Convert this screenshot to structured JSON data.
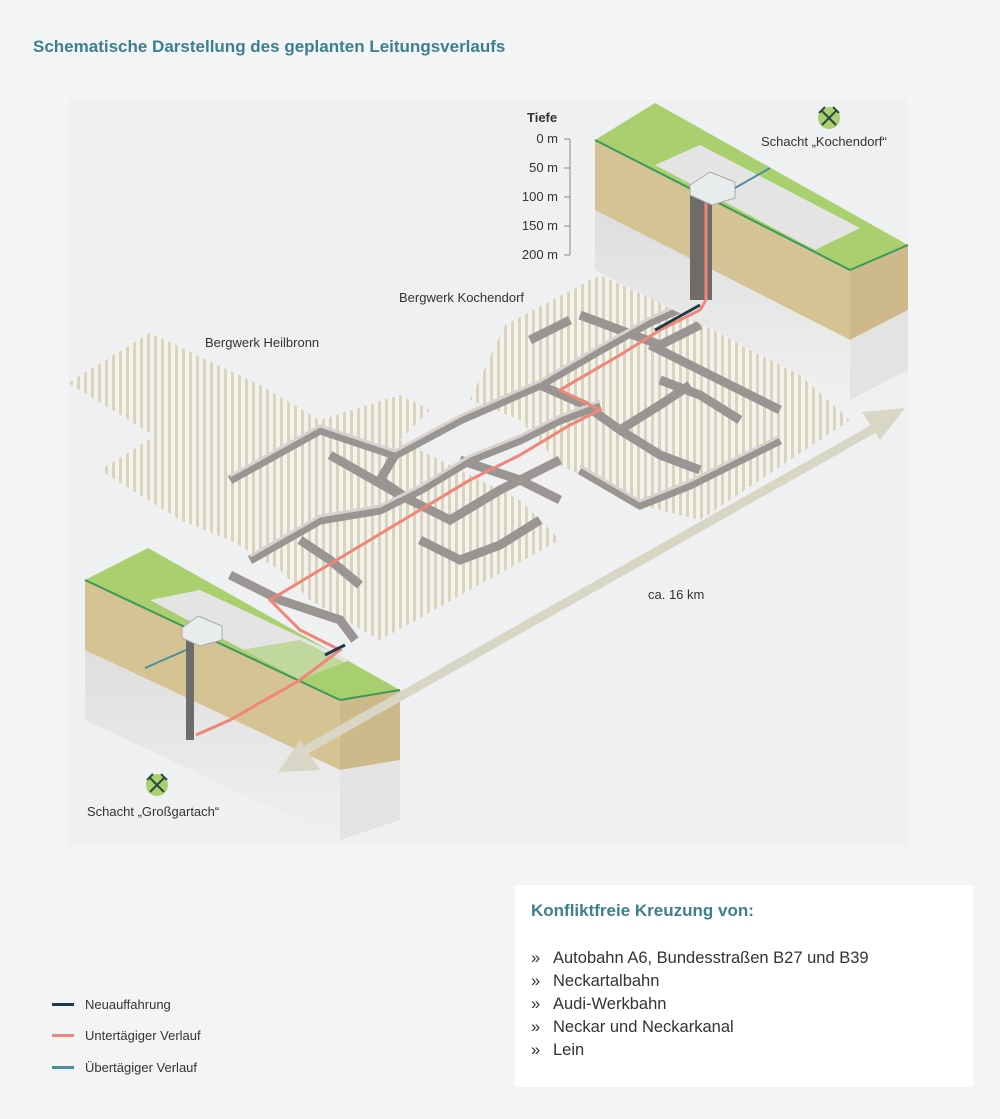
{
  "title": "Schematische Darstellung des geplanten Leitungsverlaufs",
  "labels": {
    "bergwerk_kochendorf": "Bergwerk Kochendorf",
    "bergwerk_heilbronn": "Bergwerk Heilbronn",
    "schacht_kochendorf": "Schacht „Kochendorf“",
    "schacht_grossgartach": "Schacht „Großgartach“",
    "distance": "ca. 16 km"
  },
  "depth_scale": {
    "title": "Tiefe",
    "ticks": [
      "0 m",
      "50 m",
      "100 m",
      "150 m",
      "200 m"
    ]
  },
  "icons": {
    "mine": "hammer-and-pick-icon"
  },
  "legend": [
    {
      "label": "Neuauffahrung",
      "color": "#1c3a4a"
    },
    {
      "label": "Untertägiger Verlauf",
      "color": "#f0857a"
    },
    {
      "label": "Übertägiger Verlauf",
      "color": "#4a8fa0"
    }
  ],
  "info_box": {
    "title": "Konfliktfreie Kreuzung von:",
    "bullet": "»",
    "items": [
      "Autobahn A6, Bundesstraßen B27 und B39",
      "Neckartalbahn",
      "Audi-Werkbahn",
      "Neckar und Neckarkanal",
      "Lein"
    ]
  },
  "colors": {
    "accent": "#3d7f8f",
    "grass": "#a9cf6f",
    "sand": "#d6c394",
    "rock": "#dcdcdc",
    "tunnel": "#9a9592",
    "arrow": "#d8d6c4"
  }
}
